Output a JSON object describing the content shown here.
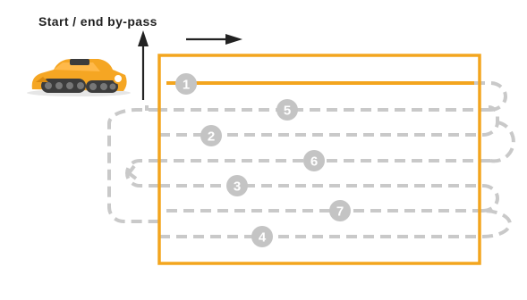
{
  "annotation": {
    "label": "Start / end by-pass"
  },
  "colors": {
    "frame": "#f3a51e",
    "path": "#c9c9c9",
    "marker_text": "#ffffff",
    "text": "#222222",
    "mower_body": "#f5a623",
    "mower_dark": "#4a4a4a"
  },
  "icons": {
    "mower": "robotic-mower-icon",
    "arrow_up": "arrow-up-icon",
    "arrow_right": "arrow-right-icon"
  },
  "passes": [
    {
      "number": "1",
      "style": "solid"
    },
    {
      "number": "5",
      "style": "dashed"
    },
    {
      "number": "2",
      "style": "dashed"
    },
    {
      "number": "6",
      "style": "dashed"
    },
    {
      "number": "3",
      "style": "dashed"
    },
    {
      "number": "7",
      "style": "dashed"
    },
    {
      "number": "4",
      "style": "dashed"
    }
  ]
}
